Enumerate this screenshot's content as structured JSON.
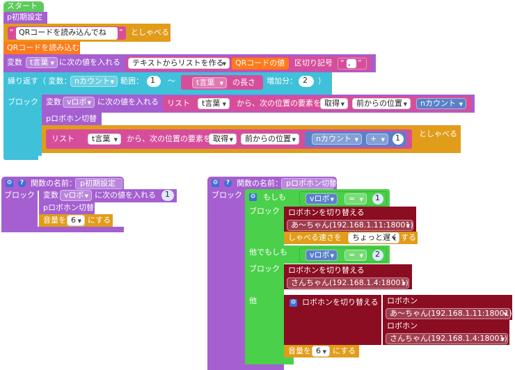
{
  "main_script": {
    "start": "スタート",
    "p_init": "p初期設定",
    "say_text": "QRコードを読み込んでね",
    "say_suffix": "としゃべる",
    "read_qr": "QRコードを読み込む",
    "var_label": "変数",
    "var_t": "t言葉",
    "set_next": "に次の値を入れる",
    "make_list": "テキストからリストを作る",
    "qr_value": "QRコードの値",
    "delimiter_label": "区切り記号",
    "delimiter_value": ",",
    "repeat_label": "繰り返す（ 変数：",
    "var_n": "nカウント",
    "range_label": "範囲：",
    "range_start": "1",
    "tilde": "〜",
    "length_of": "の長さ",
    "increment_label": "増加分：",
    "increment_value": "2",
    "close_paren": "）",
    "block_label": "ブロック",
    "var_v": "vロボ",
    "list_label": "リスト",
    "from_next_pos": "から、次の位置の要素を",
    "get_op": "取得",
    "from_pos_op": "前からの位置",
    "switch_robohon": "pロボホン切替",
    "plus": "+",
    "one": "1",
    "say_suffix2": "としゃべる"
  },
  "func_init": {
    "func_name_label": "関数の名前：",
    "func_name": "p初期設定",
    "block_label": "ブロック",
    "var_label": "変数",
    "var_v": "vロボ",
    "set_next": "に次の値を入れる",
    "value": "1",
    "switch_call": "pロボホン切替",
    "volume_label": "音量を",
    "volume_value": "6",
    "volume_suffix": "にする"
  },
  "func_switch": {
    "func_name_label": "関数の名前：",
    "func_name": "pロボホン切替",
    "block_label": "ブロック",
    "if_label": "もしも",
    "var_v": "vロボ",
    "eq": "=",
    "val1": "1",
    "switch_label": "ロボホンを切り替える",
    "robot1": "あ〜ちゃん(192.168.1.11:18001)",
    "speed_label": "しゃべる速さを",
    "speed_value": "ちょっと遅く",
    "speed_suffix": "する",
    "elseif_label": "他でもしも",
    "val2": "2",
    "robot2": "さんちゃん(192.168.1.4:18001)",
    "else_label": "他",
    "robohon_label": "ロボホン",
    "volume_label": "音量を",
    "volume_value": "6",
    "volume_suffix": "にする"
  },
  "icons": [
    "gear-icon",
    "help-icon",
    "quote-icon"
  ],
  "colors": {
    "event": "#5ccb5c",
    "procedure": "#a55fd0",
    "action": "#e19c1a",
    "text": "#d64e9b",
    "loop": "#3fc1d9",
    "robot": "#8a0d22",
    "variable": "#5b80c8",
    "logic": "#4ad04a"
  }
}
